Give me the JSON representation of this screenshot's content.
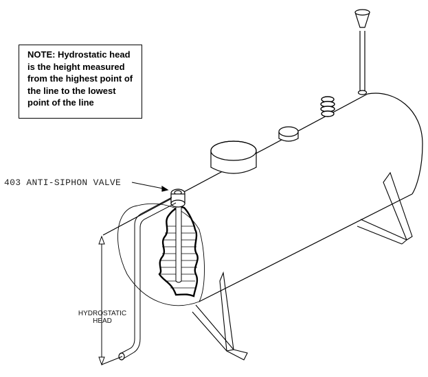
{
  "note": {
    "lines": [
      "NOTE: Hydrostatic head",
      "is the height measured",
      "from the highest point of",
      "the line to the lowest",
      "point of the line"
    ]
  },
  "labels": {
    "valve": "403 ANTI-SIPHON VALVE",
    "head_line1": "HYDROSTATIC",
    "head_line2": "HEAD"
  }
}
